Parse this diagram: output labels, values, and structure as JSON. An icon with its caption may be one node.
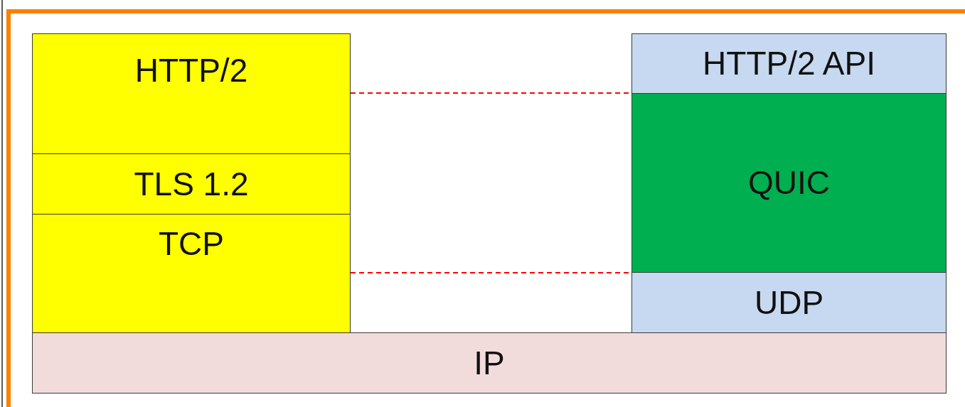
{
  "diagram": {
    "nodes": [
      {
        "text": [
          "HTTP/2"
        ]
      },
      {
        "text": [
          "TLS 1.2"
        ]
      },
      {
        "text": [
          "TCP"
        ]
      },
      {
        "text": [
          "HTTP/2 API"
        ]
      },
      {
        "text": [
          "QUIC"
        ]
      },
      {
        "text": [
          "UDP"
        ]
      },
      {
        "text": [
          "IP"
        ]
      }
    ],
    "edges": [
      {
        "from": 0,
        "to": 4,
        "arrow": "none",
        "style": "dashed",
        "color": "#ff0000"
      },
      {
        "from": 2,
        "to": 4,
        "arrow": "none",
        "style": "dashed",
        "color": "#ff0000"
      }
    ]
  }
}
